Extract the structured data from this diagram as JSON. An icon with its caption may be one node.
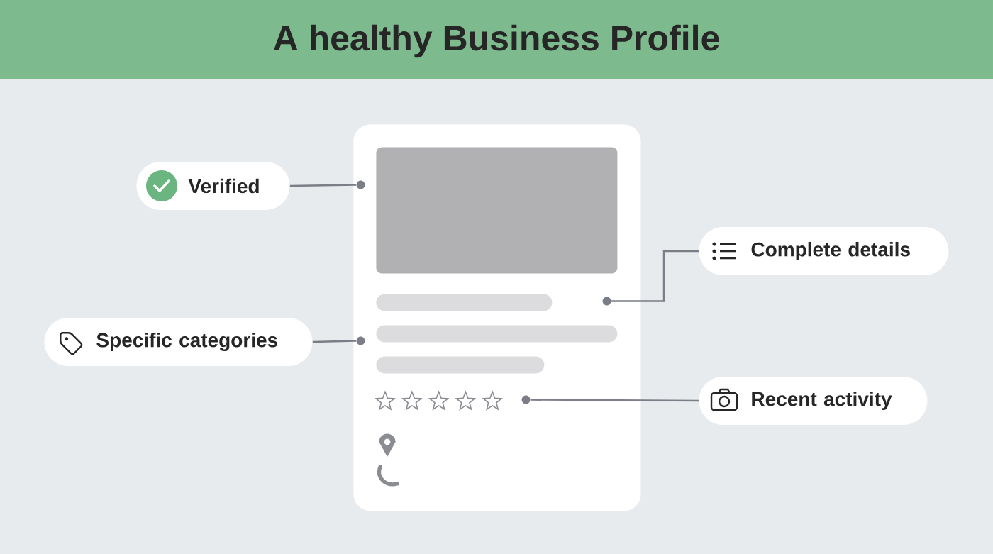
{
  "diagram": {
    "title": "A healthy Business Profile",
    "nodes": [
      {
        "text": [],
        "shape": "box"
      },
      {
        "text": [
          "Verified"
        ]
      },
      {
        "text": [
          "Complete details"
        ]
      },
      {
        "text": [
          "Specific categories"
        ]
      },
      {
        "text": [
          "Recent activity"
        ]
      },
      {
        "text": [],
        "shape": "box",
        "in": 0
      },
      {
        "text": [],
        "shape": "bar",
        "in": 0
      },
      {
        "text": [],
        "shape": "bar",
        "in": 0
      },
      {
        "text": [],
        "shape": "bar",
        "in": 0
      },
      {
        "text": [],
        "shape": "star",
        "in": 0
      },
      {
        "text": [],
        "shape": "circle",
        "in": 0
      },
      {
        "text": [],
        "shape": "circle",
        "in": 0
      },
      {
        "text": [],
        "shape": "circle",
        "in": 0
      },
      {
        "text": [],
        "shape": "circle",
        "in": 0
      }
    ],
    "edges": [
      {
        "from": 1,
        "to": 10,
        "arrow": "none"
      },
      {
        "from": 2,
        "to": 11,
        "arrow": "none"
      },
      {
        "from": 3,
        "to": 12,
        "arrow": "none"
      },
      {
        "from": 4,
        "to": 13,
        "arrow": "none"
      }
    ]
  }
}
